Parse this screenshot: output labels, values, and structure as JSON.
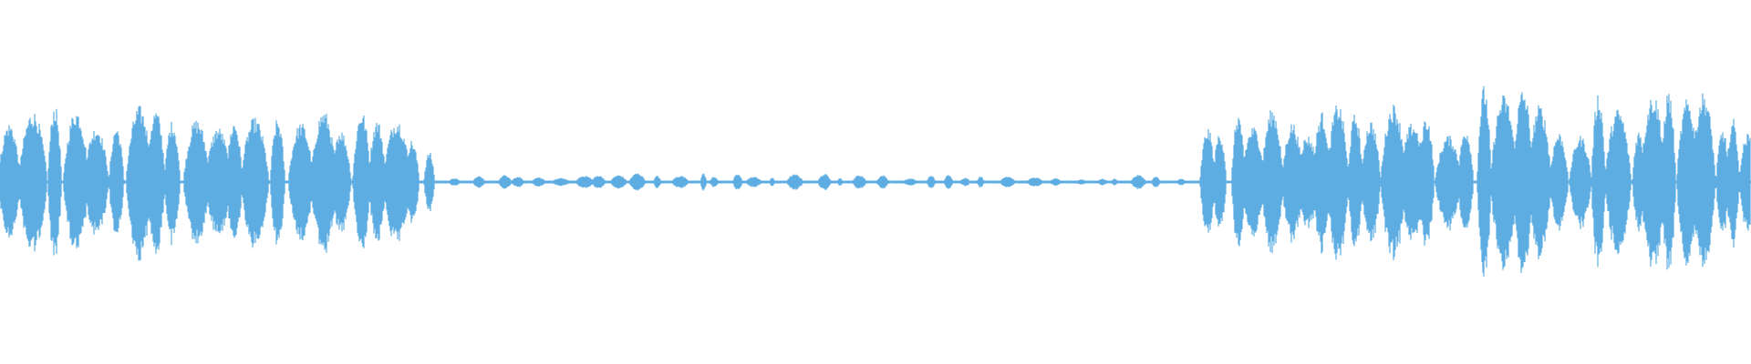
{
  "waveform": {
    "color": "#5dade2",
    "background": "#ffffff",
    "segments": [
      {
        "name": "loud-section-start",
        "level": "high"
      },
      {
        "name": "quiet-section-middle",
        "level": "low"
      },
      {
        "name": "loud-section-end",
        "level": "high"
      }
    ]
  }
}
